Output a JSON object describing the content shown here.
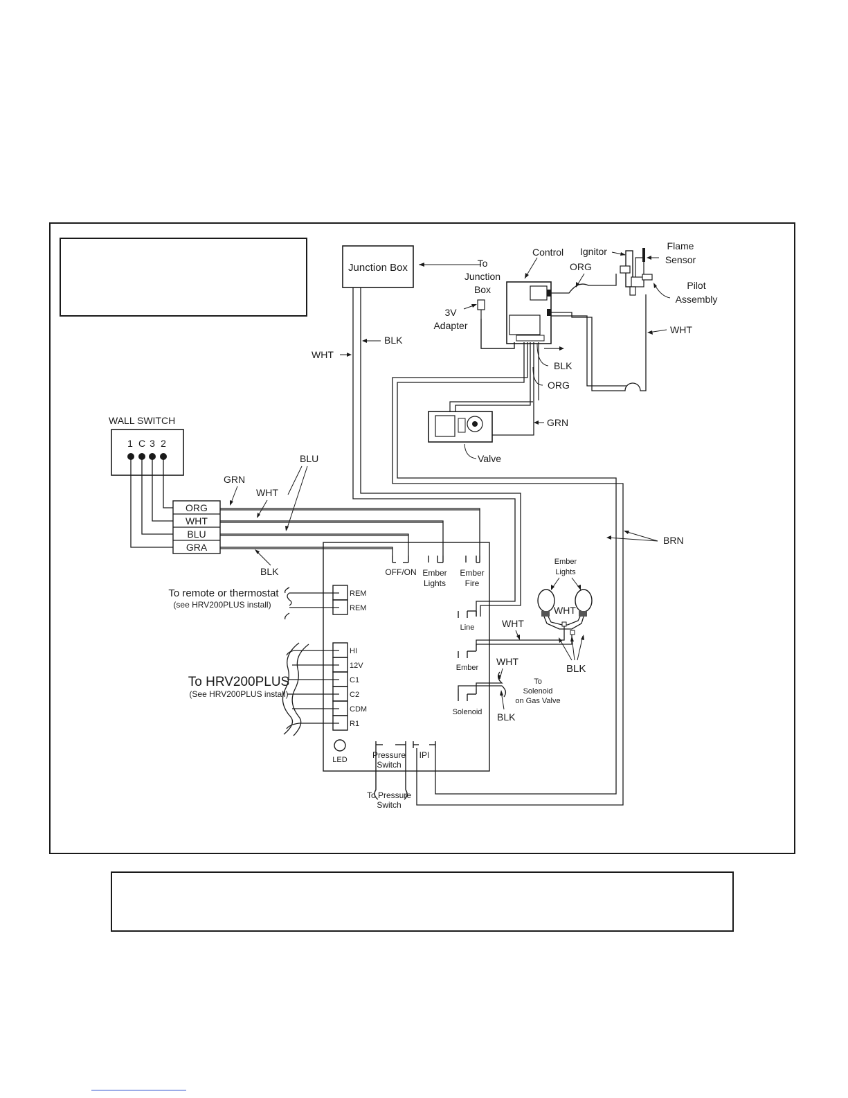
{
  "diagram": {
    "junction_box": "Junction Box",
    "to_junction_box": [
      "To",
      "Junction",
      "Box"
    ],
    "control": "Control",
    "ignitor": "Ignitor",
    "flame_sensor": [
      "Flame",
      "Sensor"
    ],
    "pilot_assembly": [
      "Pilot",
      "Assembly"
    ],
    "adapter": [
      "3V",
      "Adapter"
    ],
    "valve": "Valve",
    "wall_switch": "WALL SWITCH",
    "switch_terminals": [
      "1",
      "C",
      "3",
      "2"
    ],
    "connector_labels": [
      "ORG",
      "WHT",
      "BLU",
      "GRA"
    ],
    "board_switches": {
      "off_on": "OFF/ON",
      "ember_lights": [
        "Ember",
        "Lights"
      ],
      "ember_fire": [
        "Ember",
        "Fire"
      ]
    },
    "rem_terminals": [
      "REM",
      "REM"
    ],
    "hrv_terminals": [
      "HI",
      "12V",
      "C1",
      "C2",
      "CDM",
      "R1"
    ],
    "remote_label": [
      "To remote or thermostat",
      "(see HRV200PLUS install)"
    ],
    "hrv_label": [
      "To HRV200PLUS",
      "(See HRV200PLUS install)"
    ],
    "board_outputs": [
      "Line",
      "Ember",
      "Solenoid"
    ],
    "led": "LED",
    "pressure_switch": [
      "Pressure",
      "Switch"
    ],
    "ipi": "IPI",
    "to_pressure_switch": [
      "To Pressure",
      "Switch"
    ],
    "ember_lights_top": [
      "Ember",
      "Lights"
    ],
    "to_solenoid": [
      "To",
      "Solenoid",
      "on Gas Valve"
    ],
    "wire_colors": {
      "wht": "WHT",
      "blk": "BLK",
      "org": "ORG",
      "grn": "GRN",
      "blu": "BLU",
      "brn": "BRN"
    }
  }
}
